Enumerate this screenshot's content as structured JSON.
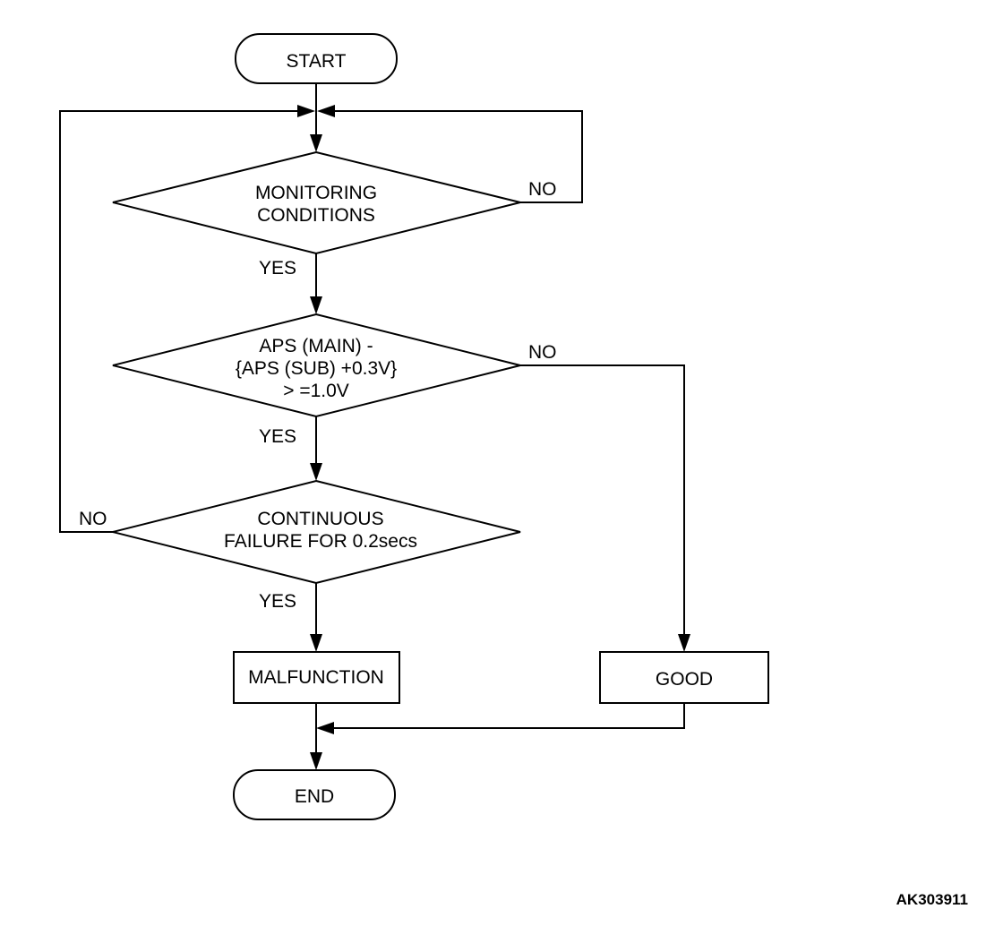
{
  "nodes": {
    "start": {
      "label": "START"
    },
    "monitoring": {
      "lines": [
        "MONITORING",
        "CONDITIONS"
      ]
    },
    "aps_check": {
      "lines": [
        "APS (MAIN) -",
        "{APS (SUB) +0.3V}",
        "> =1.0V"
      ]
    },
    "continuous": {
      "lines": [
        "CONTINUOUS",
        "FAILURE FOR 0.2secs"
      ]
    },
    "malfunction": {
      "label": "MALFUNCTION"
    },
    "good": {
      "label": "GOOD"
    },
    "end": {
      "label": "END"
    }
  },
  "branches": {
    "monitoring_no": "NO",
    "monitoring_yes": "YES",
    "aps_no": "NO",
    "aps_yes": "YES",
    "continuous_no": "NO",
    "continuous_yes": "YES"
  },
  "figure_code": "AK303911"
}
